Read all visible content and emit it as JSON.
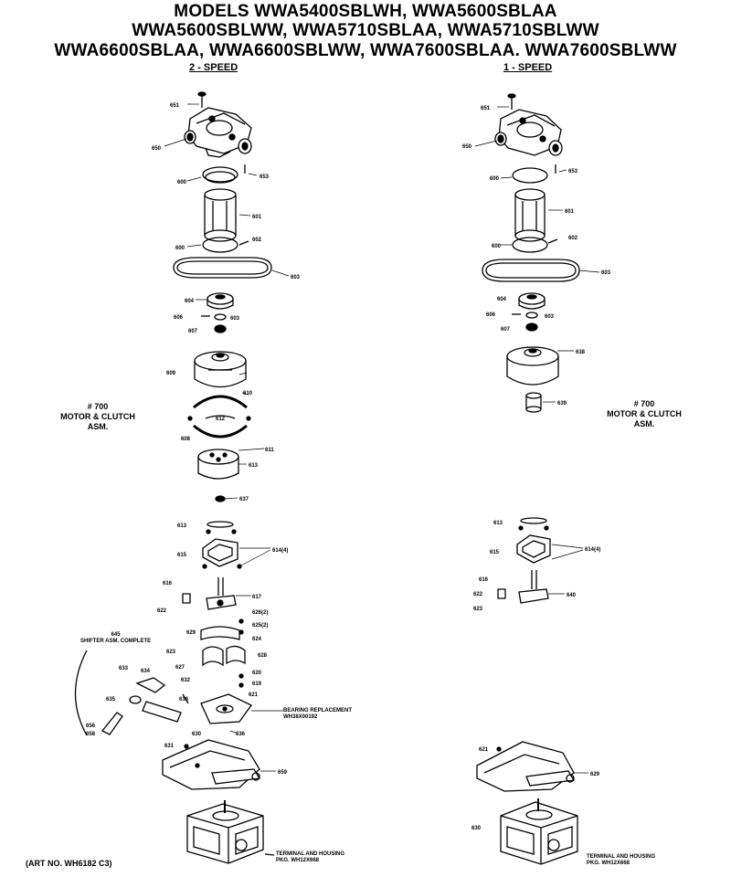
{
  "header": {
    "line1": "MODELS WWA5400SBLWH, WWA5600SBLAA",
    "line2": "WWA5600SBLWW, WWA5710SBLAA, WWA5710SBLWW",
    "line3": "WWA6600SBLAA, WWA6600SBLWW, WWA7600SBLAA. WWA7600SBLWW"
  },
  "columns": {
    "left": "2 - SPEED",
    "right": "1 - SPEED"
  },
  "motor_label_left": [
    "# 700",
    "MOTOR & CLUTCH",
    "ASM."
  ],
  "motor_label_right": [
    "# 700",
    "MOTOR & CLUTCH",
    "ASM."
  ],
  "notes": {
    "shifter": [
      "645",
      "SHIFTER ASM. COMPLETE"
    ],
    "bearing": [
      "BEARING REPLACEMENT",
      "WH38X00192"
    ],
    "terminal_left": [
      "TERMINAL AND HOUSING",
      "PKG. WH12X668"
    ],
    "terminal_right": [
      "TERMINAL AND HOUSING",
      "PKG. WH12X668"
    ]
  },
  "part_numbers_left": {
    "p651": "651",
    "p650": "650",
    "p653": "653",
    "p600": "600",
    "p601": "601",
    "p600b": "600",
    "p602": "602",
    "p603": "603",
    "p604": "604",
    "p606": "606",
    "p603b": "603",
    "p607": "607",
    "p609": "609",
    "p610": "610",
    "p612": "612",
    "p608": "608",
    "p611": "611",
    "p613": "613",
    "p637": "637",
    "p613b": "613",
    "p615": "615",
    "p614": "614(4)",
    "p616": "616",
    "p617": "617",
    "p622": "622",
    "p626": "626(2)",
    "p625": "625(2)",
    "p629": "629",
    "p624": "624",
    "p623": "623",
    "p628": "628",
    "p627": "627",
    "p632": "632",
    "p620": "620",
    "p619": "619",
    "p633": "633",
    "p634": "634",
    "p635": "635",
    "p618": "618",
    "p621": "621",
    "p630": "630",
    "p636": "636",
    "p656": "656",
    "p658": "658",
    "p631": "631",
    "p659": "659"
  },
  "part_numbers_right": {
    "p651": "651",
    "p650": "650",
    "p653": "653",
    "p600": "600",
    "p601": "601",
    "p600b": "600",
    "p602": "602",
    "p603": "603",
    "p604": "604",
    "p606": "606",
    "p603b": "603",
    "p607": "607",
    "p638": "638",
    "p639": "639",
    "p613": "613",
    "p615": "615",
    "p614": "614(4)",
    "p616": "616",
    "p622": "622",
    "p623": "623",
    "p640": "640",
    "p621": "621",
    "p629": "629",
    "p630": "630"
  },
  "footer": {
    "art_no": "(ART NO. WH6182 C3)"
  }
}
